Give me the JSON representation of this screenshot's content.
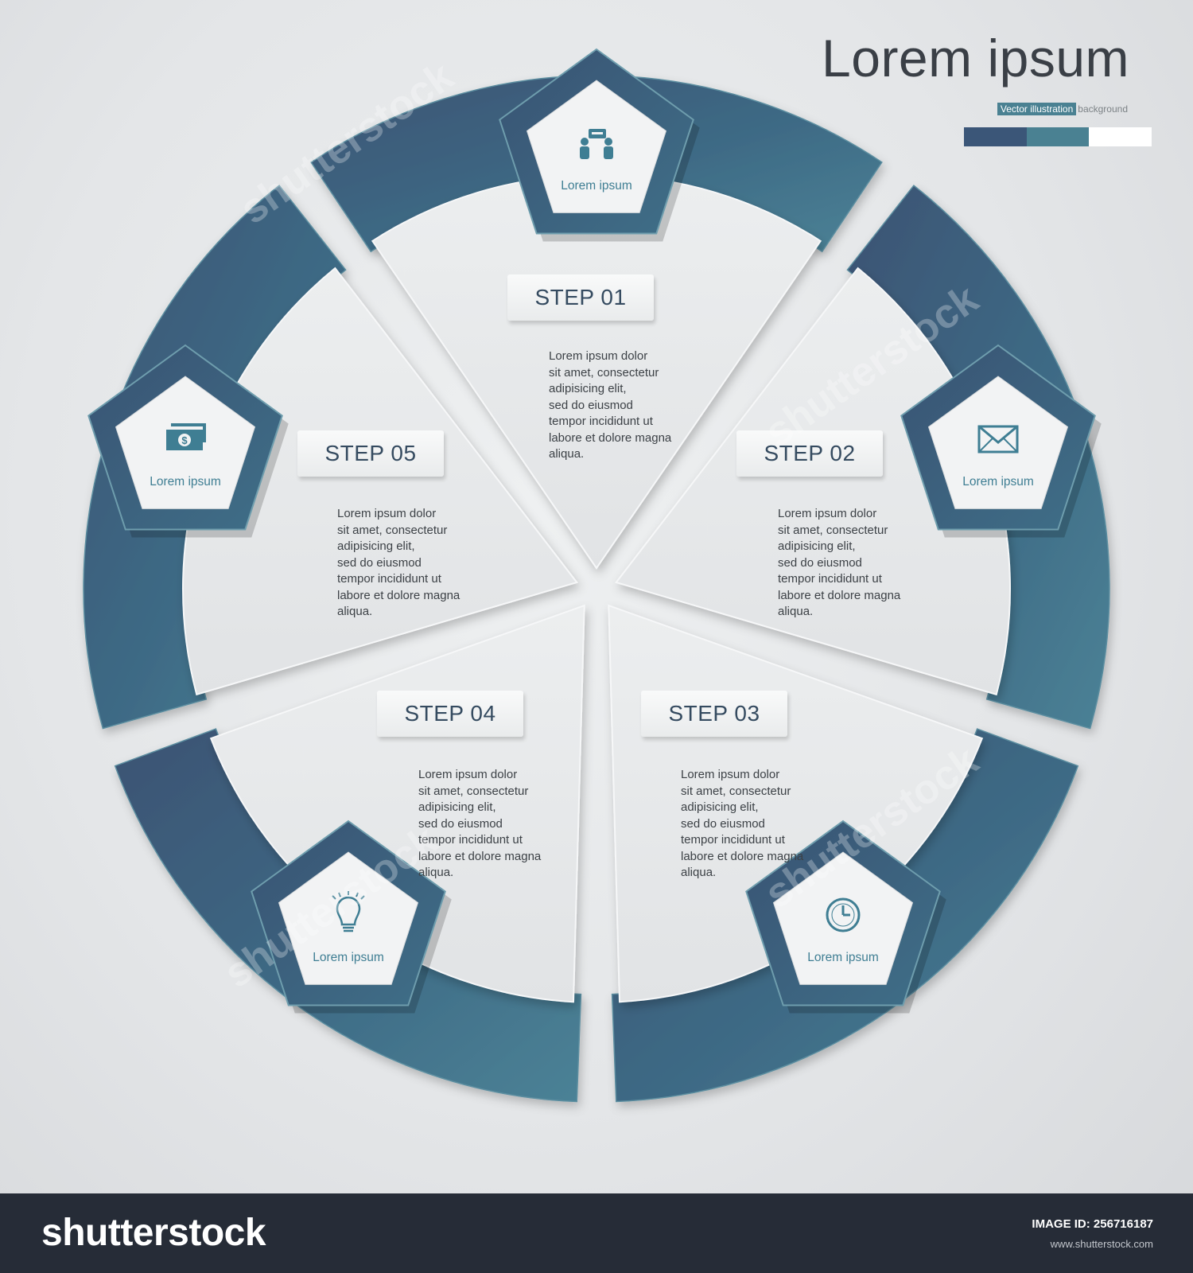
{
  "header": {
    "title": "Lorem ipsum",
    "subtitle_highlight": "Vector illustration",
    "subtitle_rest": "background"
  },
  "colors": {
    "ring_dark": "#3b5876",
    "ring_mid": "#3e6d86",
    "ring_light": "#4a8192",
    "pentagon_face": "#f2f3f4",
    "palette": [
      "#3b5678",
      "#4a8192",
      "#ffffff"
    ]
  },
  "steps": [
    {
      "label": "STEP 01",
      "text": "Lorem ipsum dolor\nsit amet, consectetur\nadipisicing elit,\nsed do eiusmod\ntempor incididunt ut\nlabore et dolore magna\naliqua.",
      "icon": "people-meeting-icon",
      "icon_label": "Lorem ipsum"
    },
    {
      "label": "STEP 02",
      "text": "Lorem ipsum dolor\nsit amet, consectetur\nadipisicing elit,\nsed do eiusmod\ntempor incididunt ut\nlabore et dolore magna\naliqua.",
      "icon": "envelope-icon",
      "icon_label": "Lorem ipsum"
    },
    {
      "label": "STEP 03",
      "text": "Lorem ipsum dolor\nsit amet, consectetur\nadipisicing elit,\nsed do eiusmod\ntempor incididunt ut\nlabore et dolore magna\naliqua.",
      "icon": "clock-icon",
      "icon_label": "Lorem ipsum"
    },
    {
      "label": "STEP 04",
      "text": "Lorem ipsum dolor\nsit amet, consectetur\nadipisicing elit,\nsed do eiusmod\ntempor incididunt ut\nlabore et dolore magna\naliqua.",
      "icon": "lightbulb-icon",
      "icon_label": "Lorem ipsum"
    },
    {
      "label": "STEP 05",
      "text": "Lorem ipsum dolor\nsit amet, consectetur\nadipisicing elit,\nsed do eiusmod\ntempor incididunt ut\nlabore et dolore magna\naliqua.",
      "icon": "money-icon",
      "icon_label": "Lorem ipsum"
    }
  ],
  "footer": {
    "brand": "shutterstock",
    "image_id": "IMAGE ID: 256716187",
    "site": "www.shutterstock.com"
  },
  "watermark": "shutterstock"
}
